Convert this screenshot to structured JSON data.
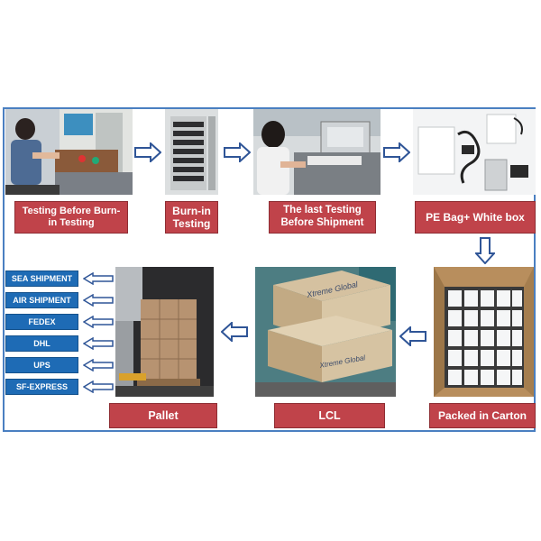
{
  "steps": {
    "s1": "Testing Before Burn-in Testing",
    "s2": "Burn-in Testing",
    "s3": "The last Testing Before Shipment",
    "s4": "PE Bag+ White box",
    "s5": "Packed in Carton",
    "s6": "LCL",
    "s7": "Pallet"
  },
  "shipping": [
    "SEA SHIPMENT",
    "AIR SHIPMENT",
    "FEDEX",
    "DHL",
    "UPS",
    "SF-EXPRESS"
  ],
  "photo_text": {
    "carton_brand": "Xtreme Global"
  },
  "colors": {
    "border": "#4a7fc1",
    "label_bg": "#c0434a",
    "ship_bg": "#1e6bb5",
    "arrow": "#2f5597"
  }
}
